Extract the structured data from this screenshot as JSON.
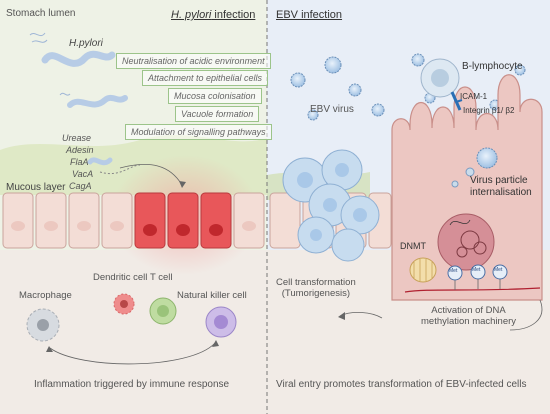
{
  "left_panel": {
    "title_italic": "H. pylori",
    "title_rest": " infection",
    "stomach_lumen": "Stomach lumen",
    "bacteria_label": "H.pylori",
    "effects": [
      "Neutralisation of acidic environment",
      "Attachment to epithelial cells",
      "Mucosa colonisation",
      "Vacuole formation",
      "Modulation of signalling pathways"
    ],
    "virulence_factors": [
      "Urease",
      "Adesin",
      "FlaA",
      "VacA",
      "CagA"
    ],
    "mucous_layer": "Mucous layer",
    "immune_cells": {
      "dendritic": "Dendritic cell",
      "tcell": "T cell",
      "macrophage": "Macrophage",
      "nk": "Natural killer cell"
    },
    "caption": "Inflammation triggered by immune response"
  },
  "right_panel": {
    "title": "EBV infection",
    "ebv_virus": "EBV virus",
    "b_lymphocyte": "B-lymphocyte",
    "icam": "ICAM-1",
    "integrin": "Integrin β1/ β2",
    "virus_particle": "Virus particle\ninternalisation",
    "dnmt": "DNMT",
    "met": "Met",
    "transformation": "Cell transformation\n(Tumorigenesis)",
    "activation": "Activation of DNA\nmethylation machinery",
    "caption": "Viral entry promotes transformation of EBV-infected cells"
  },
  "colors": {
    "left_bg": "#eef2e6",
    "right_bg": "#e8eef7",
    "lower_bg": "#f1ebe6",
    "mucus": "#dfe9c6",
    "epithelium": "#f3ddd6",
    "inflamed_cell": "#e8575a",
    "infected_cell": "#ecc7c2",
    "virus_blue": "#a9c8e8"
  }
}
